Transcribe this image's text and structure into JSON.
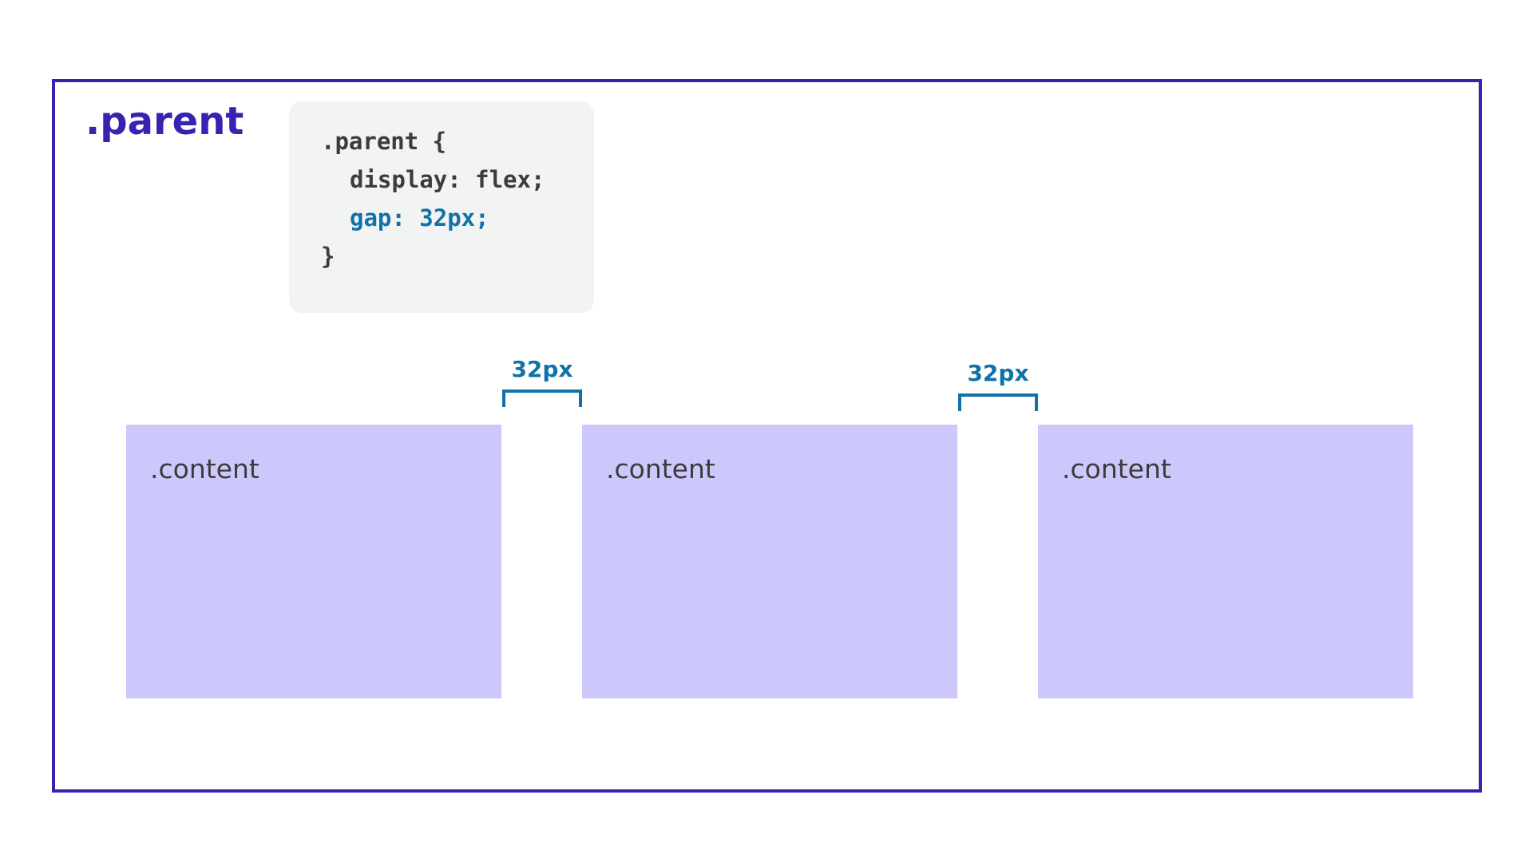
{
  "parent": {
    "label": ".parent",
    "border_color": "#3623b1"
  },
  "code": {
    "lines": [
      ".parent {",
      "display: flex;",
      "gap: 32px;",
      "}"
    ],
    "highlight_color": "#0f72a8",
    "text_color": "#3c3c3c",
    "background": "#f2f3f3"
  },
  "children": [
    {
      "label": ".content"
    },
    {
      "label": ".content"
    },
    {
      "label": ".content"
    }
  ],
  "child_color": "#cdc8fb",
  "gaps": [
    {
      "label": "32px"
    },
    {
      "label": "32px"
    }
  ]
}
